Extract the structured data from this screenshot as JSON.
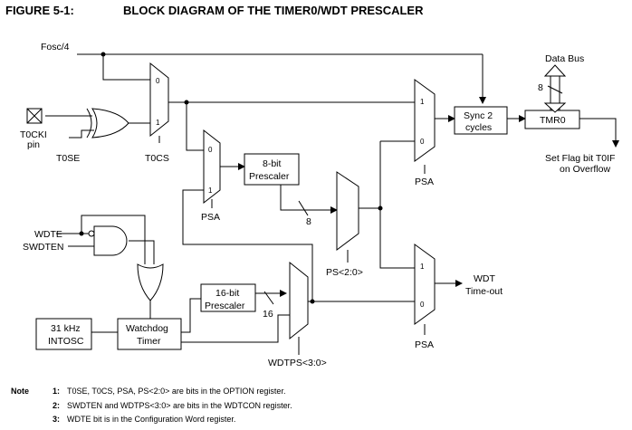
{
  "figure": {
    "number": "FIGURE 5-1:",
    "title": "BLOCK DIAGRAM OF THE TIMER0/WDT PRESCALER"
  },
  "labels": {
    "fosc4": "Fosc/4",
    "t0cki_line1": "T0CKI",
    "t0cki_line2": "pin",
    "t0se": "T0SE",
    "t0cs": "T0CS",
    "psa_mux2": "PSA",
    "psa_mux4": "PSA",
    "psa_mux5": "PSA",
    "wdte": "WDTE",
    "swdten": "SWDTEN",
    "intosc_line1": "31 kHz",
    "intosc_line2": "INTOSC",
    "watchdog_line1": "Watchdog",
    "watchdog_line2": "Timer",
    "prescaler8_line1": "8-bit",
    "prescaler8_line2": "Prescaler",
    "prescaler16_line1": "16-bit",
    "prescaler16_line2": "Prescaler",
    "bus8": "8",
    "bus8_databus": "8",
    "bus16": "16",
    "ps": "PS<2:0>",
    "wdtps": "WDTPS<3:0>",
    "sync_line1": "Sync 2",
    "sync_line2": "cycles",
    "tmr0": "TMR0",
    "data_bus": "Data Bus",
    "set_flag_line1": "Set Flag bit T0IF",
    "set_flag_line2": "on Overflow",
    "wdt_line1": "WDT",
    "wdt_line2": "Time-out",
    "mux_in0": "0",
    "mux_in1": "1"
  },
  "notes": {
    "tag": "Note",
    "items": [
      {
        "num": "1:",
        "text": "T0SE, T0CS, PSA, PS<2:0> are bits in the OPTION register."
      },
      {
        "num": "2:",
        "text": "SWDTEN and WDTPS<3:0> are bits in the WDTCON register."
      },
      {
        "num": "3:",
        "text": "WDTE bit is in the Configuration Word register."
      }
    ]
  }
}
